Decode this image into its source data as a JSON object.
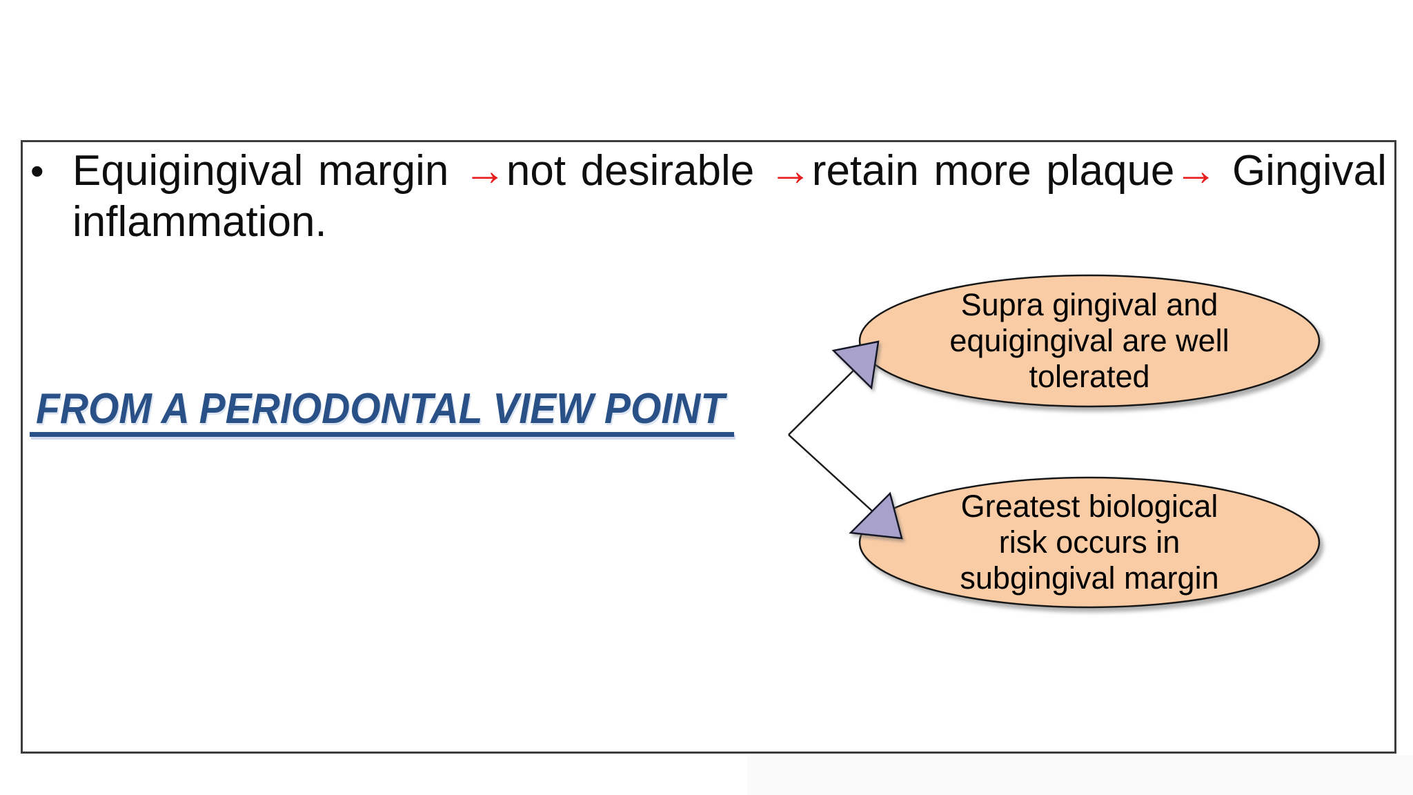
{
  "slide": {
    "bullet": {
      "glyph": "•",
      "line1_tokens": [
        {
          "parts": [
            {
              "text": "Equigingival"
            }
          ]
        },
        {
          "parts": [
            {
              "text": "margin"
            }
          ]
        },
        {
          "parts": [
            {
              "text": "→",
              "red": true
            },
            {
              "text": "not"
            }
          ]
        },
        {
          "parts": [
            {
              "text": "desirable"
            }
          ]
        },
        {
          "parts": [
            {
              "text": "→",
              "red": true
            },
            {
              "text": "retain"
            }
          ]
        },
        {
          "parts": [
            {
              "text": "more"
            }
          ]
        },
        {
          "parts": [
            {
              "text": "plaque"
            },
            {
              "text": "→",
              "red": true
            }
          ]
        },
        {
          "parts": [
            {
              "text": "Gingival"
            }
          ]
        }
      ],
      "line2": "inflammation."
    },
    "heading": {
      "text": "FROM A PERIODONTAL VIEW POINT"
    },
    "diagram": {
      "ellipses": [
        {
          "lines": [
            "Supra gingival and",
            "equigingival are well",
            "tolerated"
          ]
        },
        {
          "lines": [
            "Greatest biological",
            "risk occurs in",
            "subgingival margin"
          ]
        }
      ]
    },
    "colors": {
      "arrow_red": "#E81E1E",
      "heading_blue": "#2A5187",
      "ellipse_fill": "#F9CCA6",
      "ellipse_stroke": "#181818",
      "arrowhead_fill": "#A8A1CB",
      "arrowhead_stroke": "#141826",
      "connector": "#1C1C1C",
      "border": "#3C3C3C",
      "text": "#0E0E0E"
    }
  }
}
